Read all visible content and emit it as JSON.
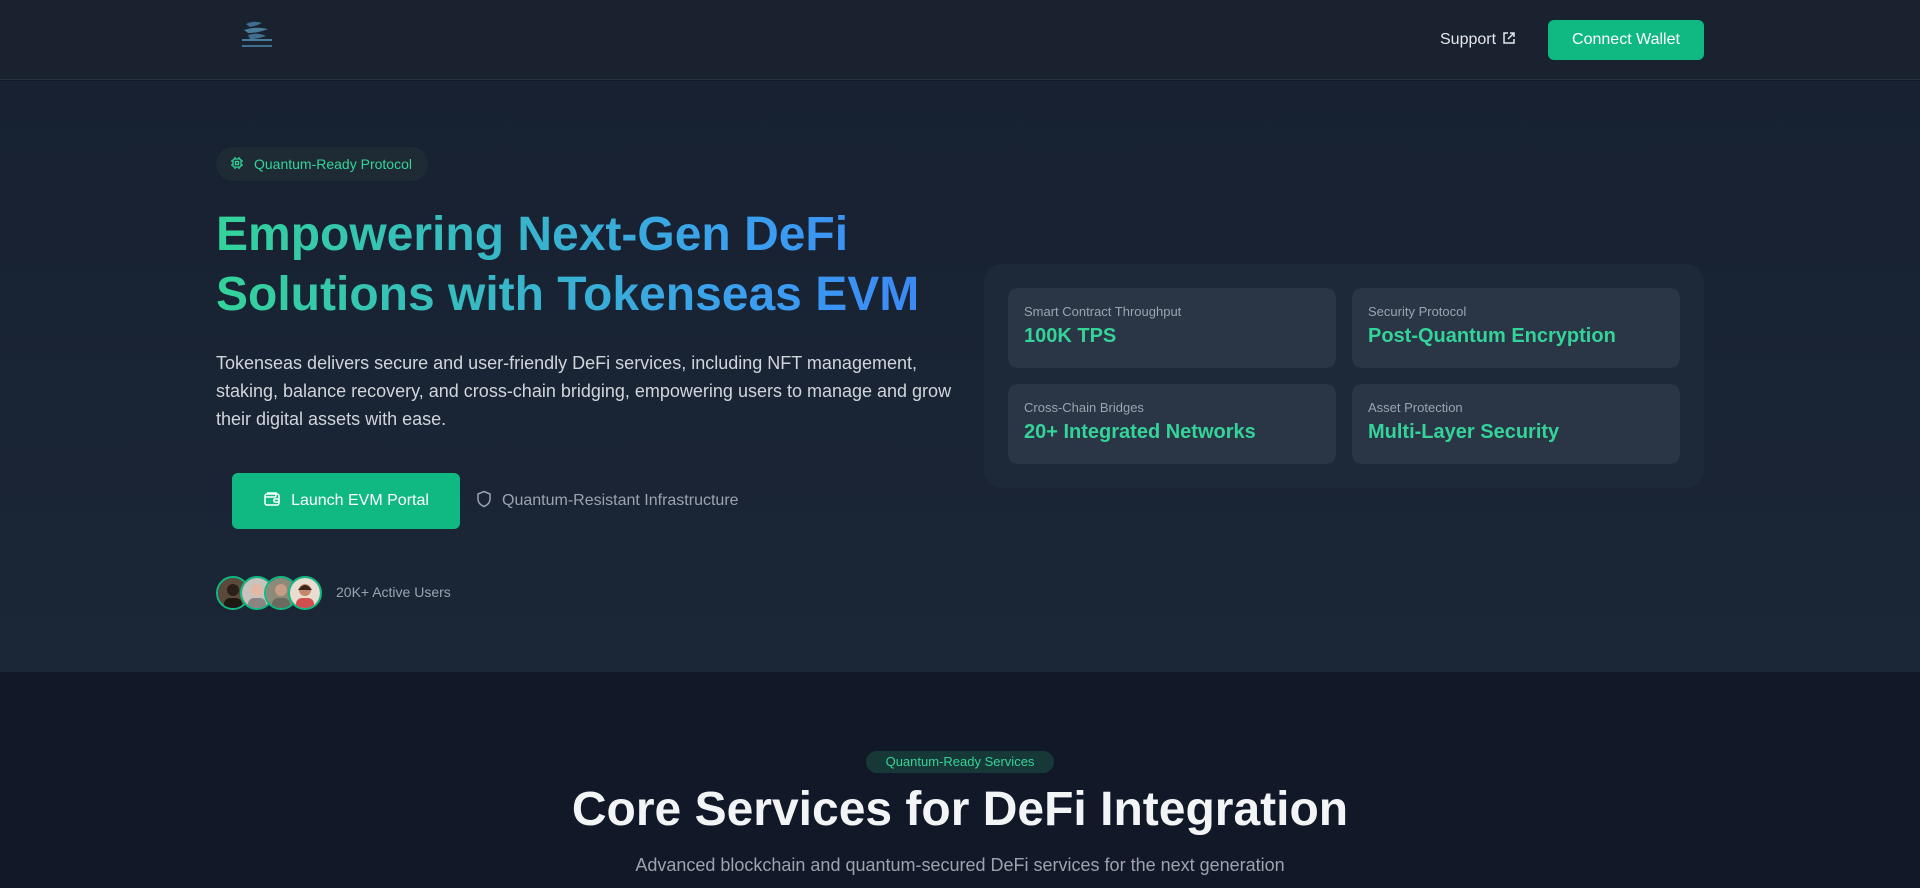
{
  "header": {
    "support_label": "Support",
    "connect_label": "Connect Wallet"
  },
  "hero": {
    "badge": "Quantum-Ready Protocol",
    "title_line1": "Empowering Next-Gen DeFi",
    "title_line2": "Solutions with Tokenseas EVM",
    "description": "Tokenseas delivers secure and user-friendly DeFi services, including NFT management, staking, balance recovery, and cross-chain bridging, empowering users to manage and grow their digital assets with ease.",
    "launch_label": "Launch EVM Portal",
    "infra_label": "Quantum-Resistant Infrastructure",
    "users_label": "20K+ Active Users"
  },
  "stats": [
    {
      "label": "Smart Contract Throughput",
      "value": "100K TPS"
    },
    {
      "label": "Security Protocol",
      "value": "Post-Quantum Encryption"
    },
    {
      "label": "Cross-Chain Bridges",
      "value": "20+ Integrated Networks"
    },
    {
      "label": "Asset Protection",
      "value": "Multi-Layer Security"
    }
  ],
  "services": {
    "badge": "Quantum-Ready Services",
    "title": "Core Services for DeFi Integration",
    "subtitle": "Advanced blockchain and quantum-secured DeFi services for the next generation"
  },
  "colors": {
    "accent": "#10b981",
    "accent_text": "#34d399",
    "background": "#111827",
    "card": "#2a3545"
  },
  "icons": [
    "tokenseas-logo-icon",
    "external-link-icon",
    "chip-icon",
    "wallet-icon",
    "shield-icon"
  ]
}
